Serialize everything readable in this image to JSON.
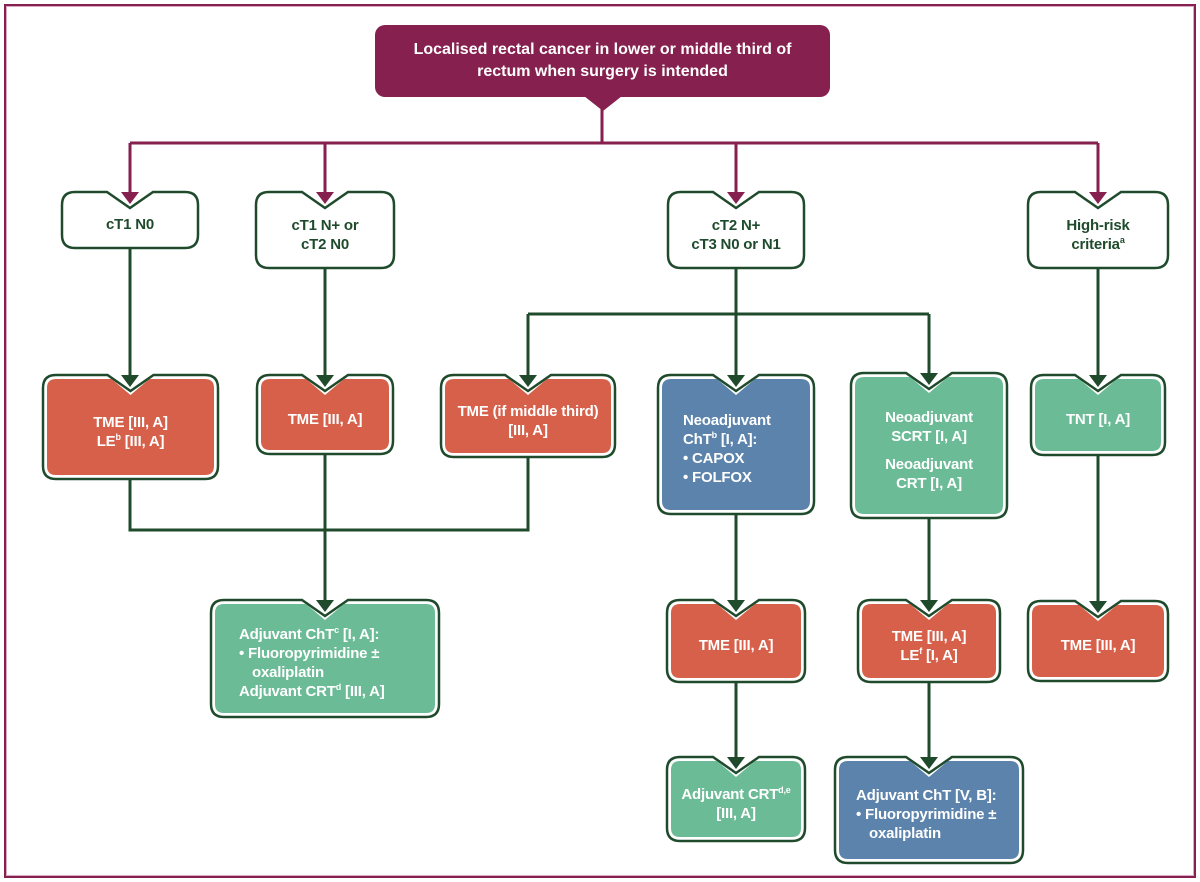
{
  "colors": {
    "frame_border": "#86204e",
    "maroon": "#86204e",
    "line_green": "#1f4b2c",
    "decision_text_green": "#1f4b2c",
    "orange": "#d6604a",
    "blue": "#5b83ab",
    "teal": "#6cbb97",
    "white": "#ffffff"
  },
  "title": {
    "lines": [
      "Localised rectal cancer in lower or middle third of",
      "rectum when surgery is intended"
    ]
  },
  "nodes": [
    {
      "id": "ct1-n0",
      "kind": "decision",
      "fill": "white",
      "align": "center",
      "lines": [
        {
          "segs": [
            {
              "t": "cT1 N0"
            }
          ]
        }
      ]
    },
    {
      "id": "ct1-nplus-ct2-n0",
      "kind": "decision",
      "fill": "white",
      "align": "center",
      "lines": [
        {
          "segs": [
            {
              "t": "cT1 N+ or"
            }
          ]
        },
        {
          "segs": [
            {
              "t": "cT2 N0"
            }
          ]
        }
      ]
    },
    {
      "id": "ct2-nplus-ct3",
      "kind": "decision",
      "fill": "white",
      "align": "center",
      "lines": [
        {
          "segs": [
            {
              "t": "cT2 N+"
            }
          ]
        },
        {
          "segs": [
            {
              "t": "cT3 N0 or N1"
            }
          ]
        }
      ]
    },
    {
      "id": "high-risk",
      "kind": "decision",
      "fill": "white",
      "align": "center",
      "lines": [
        {
          "segs": [
            {
              "t": "High-risk"
            }
          ]
        },
        {
          "segs": [
            {
              "t": "criteria"
            },
            {
              "t": "a",
              "sup": true
            }
          ]
        }
      ]
    },
    {
      "id": "tme-le",
      "kind": "treatment",
      "fill": "orange",
      "align": "center",
      "lines": [
        {
          "segs": [
            {
              "t": "TME [III, A]"
            }
          ]
        },
        {
          "segs": [
            {
              "t": "LE"
            },
            {
              "t": "b",
              "sup": true
            },
            {
              "t": " [III, A]"
            }
          ]
        }
      ]
    },
    {
      "id": "tme-1",
      "kind": "treatment",
      "fill": "orange",
      "align": "center",
      "lines": [
        {
          "segs": [
            {
              "t": "TME [III, A]"
            }
          ]
        }
      ]
    },
    {
      "id": "tme-middle-third",
      "kind": "treatment",
      "fill": "orange",
      "align": "center",
      "lines": [
        {
          "segs": [
            {
              "t": "TME (if middle third)"
            }
          ]
        },
        {
          "segs": [
            {
              "t": "[III, A]"
            }
          ]
        }
      ]
    },
    {
      "id": "neoadjuvant-cht",
      "kind": "treatment",
      "fill": "blue",
      "align": "left",
      "lines": [
        {
          "segs": [
            {
              "t": "Neoadjuvant"
            }
          ]
        },
        {
          "segs": [
            {
              "t": "ChT"
            },
            {
              "t": "b",
              "sup": true
            },
            {
              "t": " [I, A]:"
            }
          ]
        },
        {
          "segs": [
            {
              "t": "• CAPOX"
            }
          ]
        },
        {
          "segs": [
            {
              "t": "• FOLFOX"
            }
          ]
        }
      ]
    },
    {
      "id": "neoadjuvant-scrt-crt",
      "kind": "treatment",
      "fill": "teal",
      "align": "center",
      "lines": [
        {
          "segs": [
            {
              "t": "Neoadjuvant"
            }
          ]
        },
        {
          "segs": [
            {
              "t": "SCRT [I, A]"
            }
          ]
        },
        {
          "segs": [
            {
              "t": "Neoadjuvant"
            }
          ],
          "gap": true
        },
        {
          "segs": [
            {
              "t": "CRT [I, A]"
            }
          ]
        }
      ]
    },
    {
      "id": "tnt",
      "kind": "treatment",
      "fill": "teal",
      "align": "center",
      "lines": [
        {
          "segs": [
            {
              "t": "TNT [I, A]"
            }
          ]
        }
      ]
    },
    {
      "id": "adjuvant-cht",
      "kind": "treatment",
      "fill": "teal",
      "align": "left",
      "lines": [
        {
          "segs": [
            {
              "t": "Adjuvant ChT"
            },
            {
              "t": "c",
              "sup": true
            },
            {
              "t": " [I, A]:"
            }
          ]
        },
        {
          "segs": [
            {
              "t": "• Fluoropyrimidine ±"
            }
          ]
        },
        {
          "segs": [
            {
              "t": "oxaliplatin"
            }
          ],
          "indent": true
        },
        {
          "segs": [
            {
              "t": "Adjuvant CRT"
            },
            {
              "t": "d",
              "sup": true
            },
            {
              "t": " [III, A]"
            }
          ]
        }
      ]
    },
    {
      "id": "tme-2",
      "kind": "treatment",
      "fill": "orange",
      "align": "center",
      "lines": [
        {
          "segs": [
            {
              "t": "TME [III, A]"
            }
          ]
        }
      ]
    },
    {
      "id": "tme-le-2",
      "kind": "treatment",
      "fill": "orange",
      "align": "center",
      "lines": [
        {
          "segs": [
            {
              "t": "TME [III, A]"
            }
          ]
        },
        {
          "segs": [
            {
              "t": "LE"
            },
            {
              "t": "f",
              "sup": true
            },
            {
              "t": " [I, A]"
            }
          ]
        }
      ]
    },
    {
      "id": "tme-3",
      "kind": "treatment",
      "fill": "orange",
      "align": "center",
      "lines": [
        {
          "segs": [
            {
              "t": "TME [III, A]"
            }
          ]
        }
      ]
    },
    {
      "id": "adjuvant-crt",
      "kind": "treatment",
      "fill": "teal",
      "align": "center",
      "lines": [
        {
          "segs": [
            {
              "t": "Adjuvant CRT"
            },
            {
              "t": "d,e",
              "sup": true
            }
          ]
        },
        {
          "segs": [
            {
              "t": "[III, A]"
            }
          ]
        }
      ]
    },
    {
      "id": "adjuvant-cht-2",
      "kind": "treatment",
      "fill": "blue",
      "align": "left",
      "lines": [
        {
          "segs": [
            {
              "t": "Adjuvant ChT [V, B]:"
            }
          ]
        },
        {
          "segs": [
            {
              "t": "• Fluoropyrimidine ±"
            }
          ]
        },
        {
          "segs": [
            {
              "t": "oxaliplatin"
            }
          ],
          "indent": true
        }
      ]
    }
  ],
  "edges": [
    {
      "from": "title",
      "to": "ct1-n0"
    },
    {
      "from": "title",
      "to": "ct1-nplus-ct2-n0"
    },
    {
      "from": "title",
      "to": "ct2-nplus-ct3"
    },
    {
      "from": "title",
      "to": "high-risk"
    },
    {
      "from": "ct1-n0",
      "to": "tme-le"
    },
    {
      "from": "ct1-nplus-ct2-n0",
      "to": "tme-1"
    },
    {
      "from": "ct2-nplus-ct3",
      "to": "tme-middle-third"
    },
    {
      "from": "ct2-nplus-ct3",
      "to": "neoadjuvant-cht"
    },
    {
      "from": "ct2-nplus-ct3",
      "to": "neoadjuvant-scrt-crt"
    },
    {
      "from": "high-risk",
      "to": "tnt"
    },
    {
      "from": "tme-le",
      "to": "adjuvant-cht"
    },
    {
      "from": "tme-1",
      "to": "adjuvant-cht"
    },
    {
      "from": "tme-middle-third",
      "to": "adjuvant-cht"
    },
    {
      "from": "neoadjuvant-cht",
      "to": "tme-2"
    },
    {
      "from": "neoadjuvant-scrt-crt",
      "to": "tme-le-2"
    },
    {
      "from": "tnt",
      "to": "tme-3"
    },
    {
      "from": "tme-2",
      "to": "adjuvant-crt"
    },
    {
      "from": "tme-le-2",
      "to": "adjuvant-cht-2"
    }
  ]
}
